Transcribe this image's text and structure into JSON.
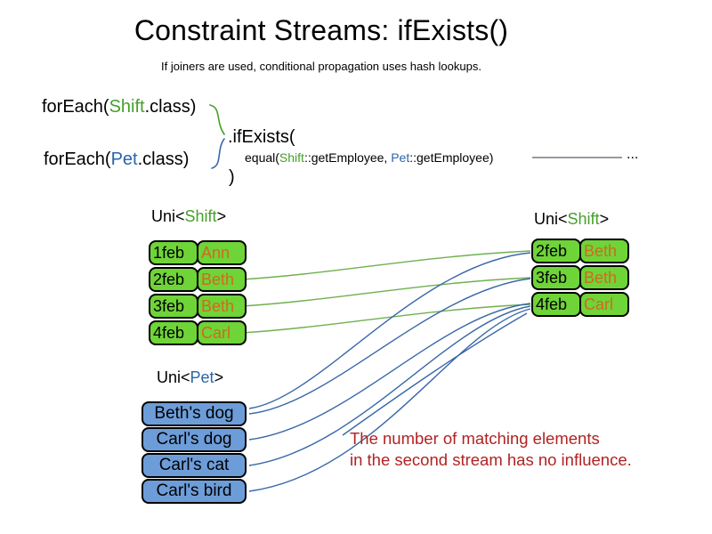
{
  "slide": {
    "title": "Constraint Streams: ifExists()",
    "subtitle": "If joiners are used, conditional propagation uses hash lookups."
  },
  "code": {
    "foreach_shift_pre": "forEach(",
    "foreach_shift_type": "Shift",
    "foreach_shift_post": ".class)",
    "foreach_pet_pre": "forEach(",
    "foreach_pet_type": "Pet",
    "foreach_pet_post": ".class)",
    "if_exists": ".ifExists(",
    "equal_pre": "equal(",
    "equal_shift": "Shift",
    "equal_mid": "::getEmployee, ",
    "equal_pet": "Pet",
    "equal_post": "::getEmployee)",
    "close_paren": ")",
    "ellipsis": "..."
  },
  "left_stream": {
    "label_pre": "Uni<",
    "label_type": "Shift",
    "label_post": ">",
    "rows": [
      {
        "date": "1feb",
        "name": "Ann"
      },
      {
        "date": "2feb",
        "name": "Beth"
      },
      {
        "date": "3feb",
        "name": "Beth"
      },
      {
        "date": "4feb",
        "name": "Carl"
      }
    ]
  },
  "right_stream": {
    "label_pre": "Uni<",
    "label_type": "Shift",
    "label_post": ">",
    "rows": [
      {
        "date": "2feb",
        "name": "Beth"
      },
      {
        "date": "3feb",
        "name": "Beth"
      },
      {
        "date": "4feb",
        "name": "Carl"
      }
    ]
  },
  "pet_stream": {
    "label_pre": "Uni<",
    "label_type": "Pet",
    "label_post": ">",
    "items": [
      "Beth's dog",
      "Carl's dog",
      "Carl's cat",
      "Carl's bird"
    ]
  },
  "note": {
    "line1": "The number of matching elements",
    "line2": "in the second stream has no influence."
  },
  "colors": {
    "shift_green_text": "#45a029",
    "pet_blue_text": "#2a65a8",
    "box_green": "#6fd438",
    "box_blue": "#6d9dd9",
    "name_orange": "#d2691e",
    "line_green": "#70b050",
    "line_blue": "#3a68a8",
    "note_red": "#b22222",
    "ref_line_purple": "#66596e"
  }
}
